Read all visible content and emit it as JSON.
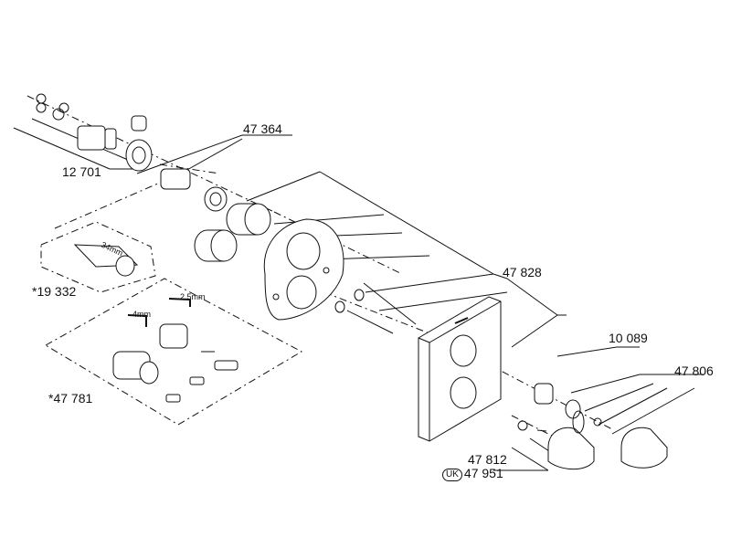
{
  "diagram": {
    "labels": {
      "p12701": "12 701",
      "p47364": "47 364",
      "p19332": "*19 332",
      "p47828": "47 828",
      "p47781": "*47 781",
      "p10089": "10 089",
      "p47806": "47 806",
      "p47812": "47 812",
      "p47951": "47 951",
      "uk": "UK"
    },
    "dimensions": {
      "d34mm": "34mm",
      "d25mm": "2.5mm",
      "d4mm": "4mm"
    }
  }
}
